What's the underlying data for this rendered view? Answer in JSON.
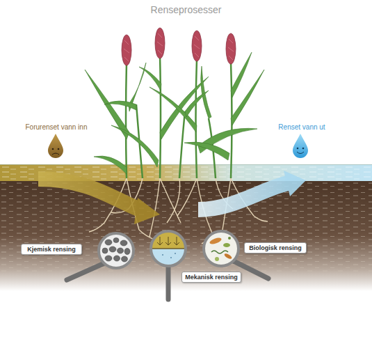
{
  "diagram": {
    "title": "Renseprosesser",
    "nodes": [
      {
        "text": [
          "Kjemisk rensing"
        ]
      },
      {
        "text": [
          "Mekanisk rensing"
        ]
      },
      {
        "text": [
          "Biologisk rensing"
        ]
      }
    ],
    "labels": [
      "Forurenset vann inn",
      "Renset vann ut"
    ]
  }
}
